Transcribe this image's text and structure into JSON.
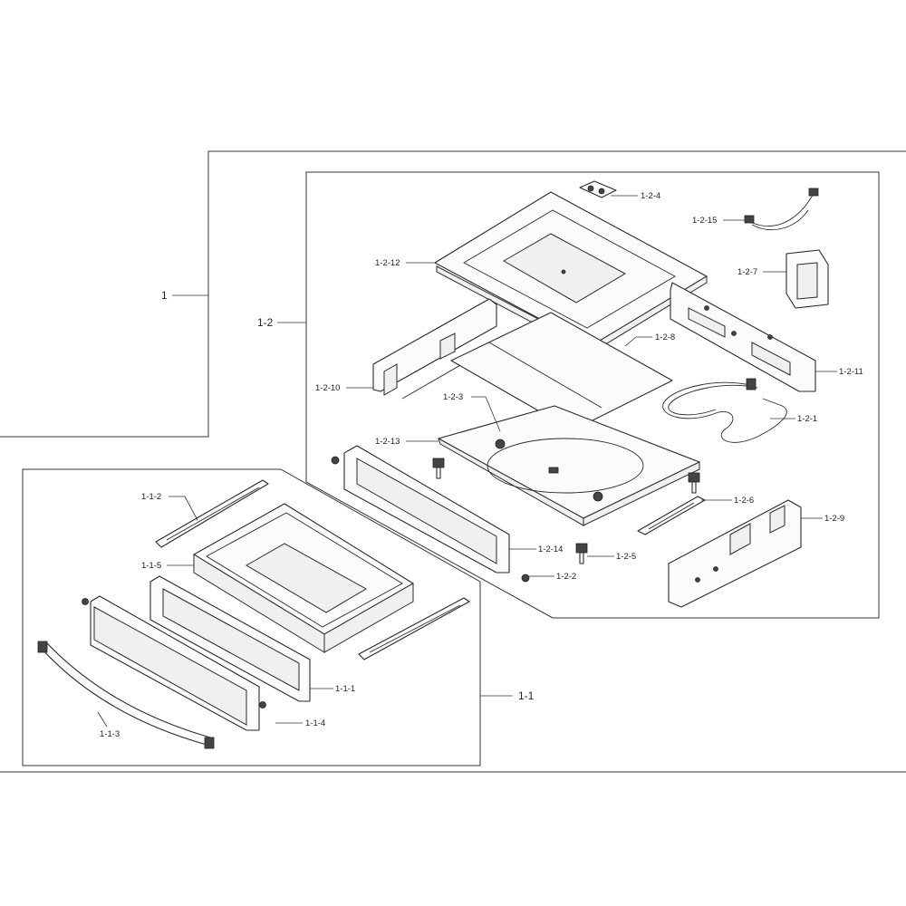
{
  "assemblies": {
    "root": "1",
    "upper": "1-2",
    "drawer": "1-1"
  },
  "parts": {
    "p_1_2_1": "1-2-1",
    "p_1_2_2": "1-2-2",
    "p_1_2_3": "1-2-3",
    "p_1_2_4": "1-2-4",
    "p_1_2_5": "1-2-5",
    "p_1_2_6": "1-2-6",
    "p_1_2_7": "1-2-7",
    "p_1_2_8": "1-2-8",
    "p_1_2_9": "1-2-9",
    "p_1_2_10": "1-2-10",
    "p_1_2_11": "1-2-11",
    "p_1_2_12": "1-2-12",
    "p_1_2_13": "1-2-13",
    "p_1_2_14": "1-2-14",
    "p_1_2_15": "1-2-15",
    "p_1_1_1": "1-1-1",
    "p_1_1_2": "1-1-2",
    "p_1_1_3": "1-1-3",
    "p_1_1_4": "1-1-4",
    "p_1_1_5": "1-1-5"
  }
}
